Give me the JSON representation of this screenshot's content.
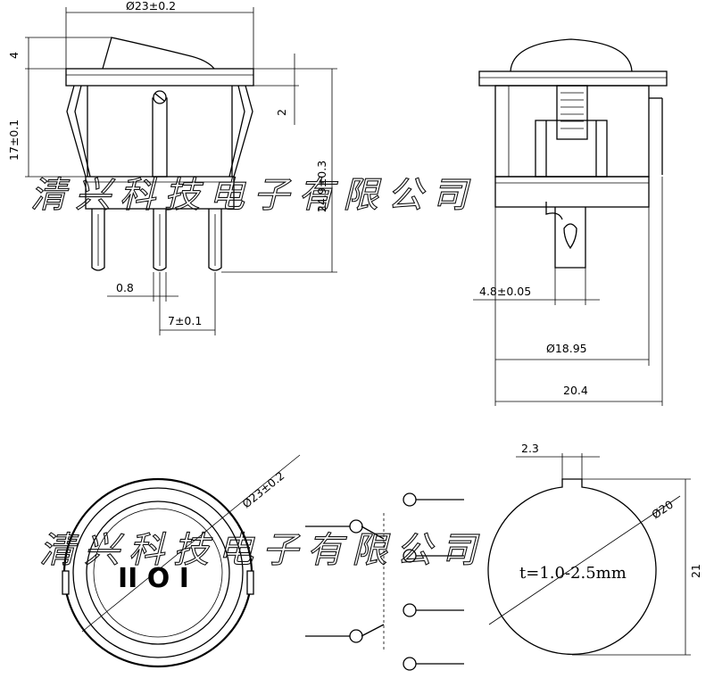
{
  "front_view": {
    "dim_diameter": "Ø23±0.2",
    "dim_rocker_height": "4",
    "dim_body_height": "17±0.1",
    "dim_flange": "2",
    "dim_total_height": "24.9±0.3",
    "dim_terminal_width": "0.8",
    "dim_terminal_pitch": "7±0.1"
  },
  "side_view": {
    "dim_terminal_width": "4.8±0.05",
    "dim_body_diameter": "Ø18.95",
    "dim_flange_width": "20.4"
  },
  "top_view": {
    "dim_diameter": "Ø23±0.2",
    "symbols": "II O I"
  },
  "panel_cutout": {
    "dim_key_width": "2.3",
    "dim_diameter": "Ø20",
    "dim_height": "21",
    "thickness_note": "t=1.0-2.5mm"
  },
  "watermark": "清兴科技电子有限公司"
}
